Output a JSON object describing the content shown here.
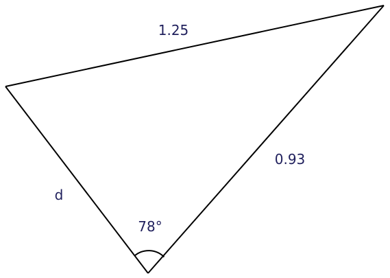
{
  "triangle": {
    "side_top": "1.25",
    "side_right": "0.93",
    "side_left": "d",
    "angle_bottom": "78°"
  },
  "colors": {
    "line": "#000000",
    "label": "#1f1f5c"
  }
}
